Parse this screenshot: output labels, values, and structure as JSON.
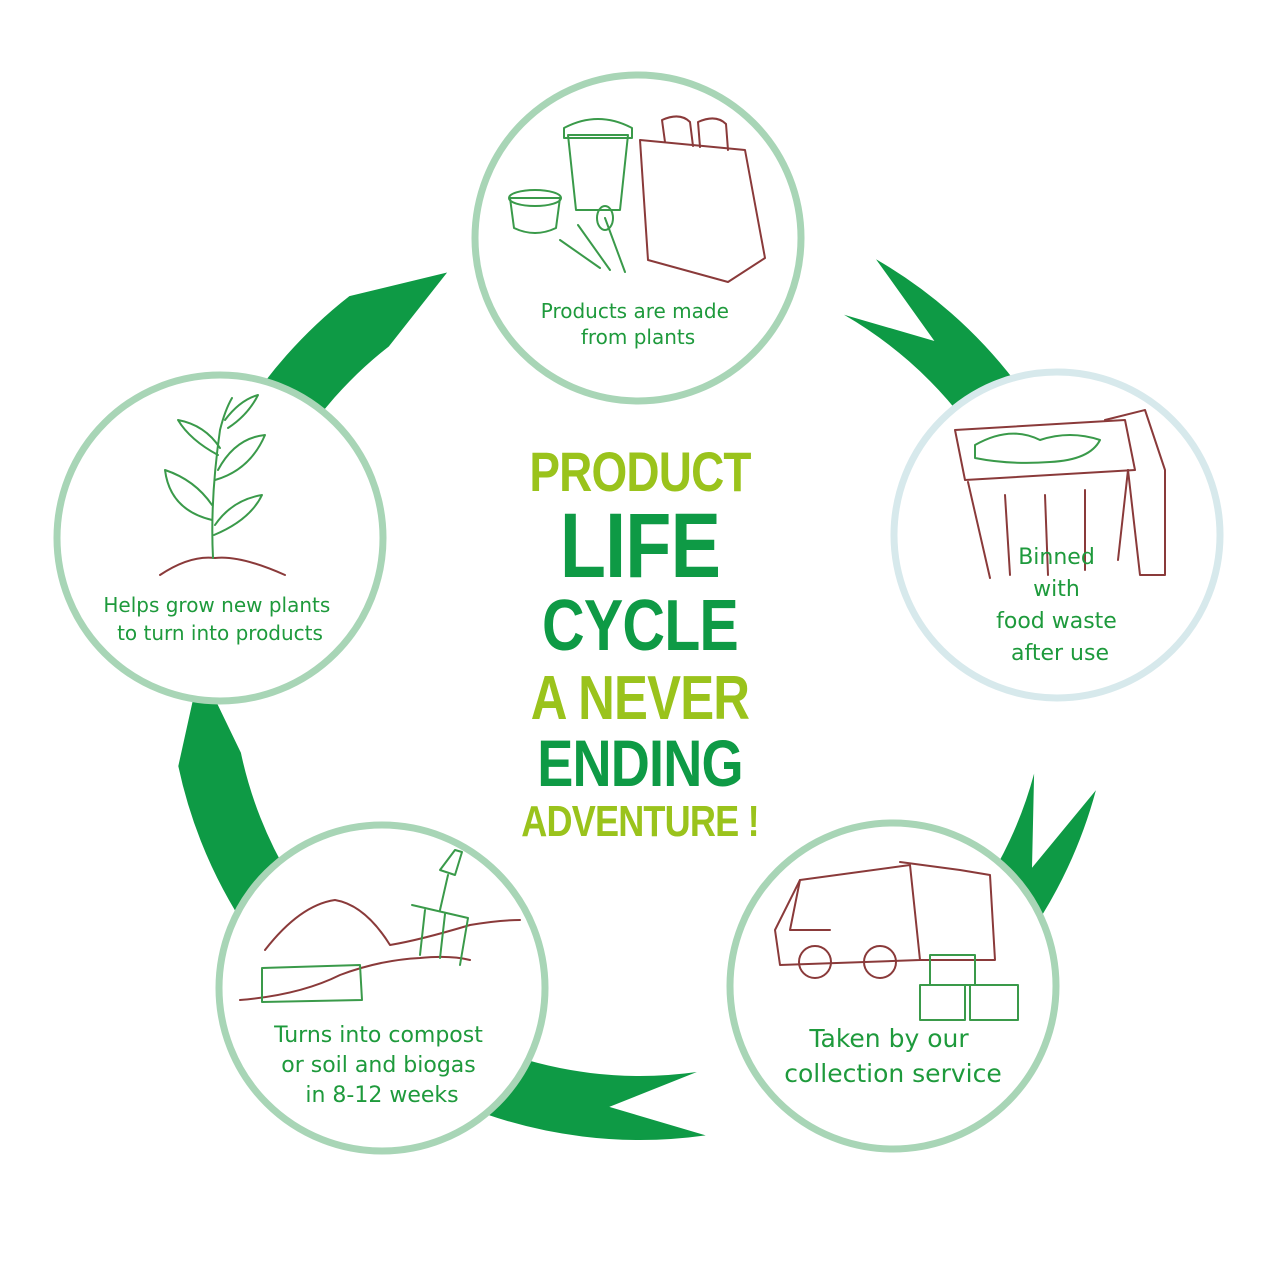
{
  "colors": {
    "ring": "#0e9a45",
    "circle_border": "#a8d5b6",
    "circle_border_alt": "#d7e9ec",
    "label": "#1e9a3c",
    "title_dark": "#0e9a45",
    "title_light": "#9ac31c",
    "sketch_red": "#8a3a3a",
    "sketch_green": "#3a9a4a"
  },
  "title": {
    "line1": "PRODUCT",
    "line2": "LIFE",
    "line3": "CYCLE",
    "line4": "A NEVER",
    "line5": "ENDING",
    "line6": "ADVENTURE !"
  },
  "nodes": [
    {
      "id": "products",
      "icon": "tableware-and-paper-bag-icon",
      "lines": [
        "Products are made",
        "from plants"
      ]
    },
    {
      "id": "binned",
      "icon": "wheelie-bin-icon",
      "lines": [
        "Binned",
        "with",
        "food waste",
        "after use"
      ]
    },
    {
      "id": "collection",
      "icon": "van-with-boxes-icon",
      "lines": [
        "Taken by our",
        "collection service"
      ]
    },
    {
      "id": "compost",
      "icon": "compost-heap-and-fork-icon",
      "lines": [
        "Turns into compost",
        "or soil and biogas",
        "in 8-12 weeks"
      ]
    },
    {
      "id": "grow",
      "icon": "seedling-icon",
      "lines": [
        "Helps grow new plants",
        "to turn into products"
      ]
    }
  ]
}
